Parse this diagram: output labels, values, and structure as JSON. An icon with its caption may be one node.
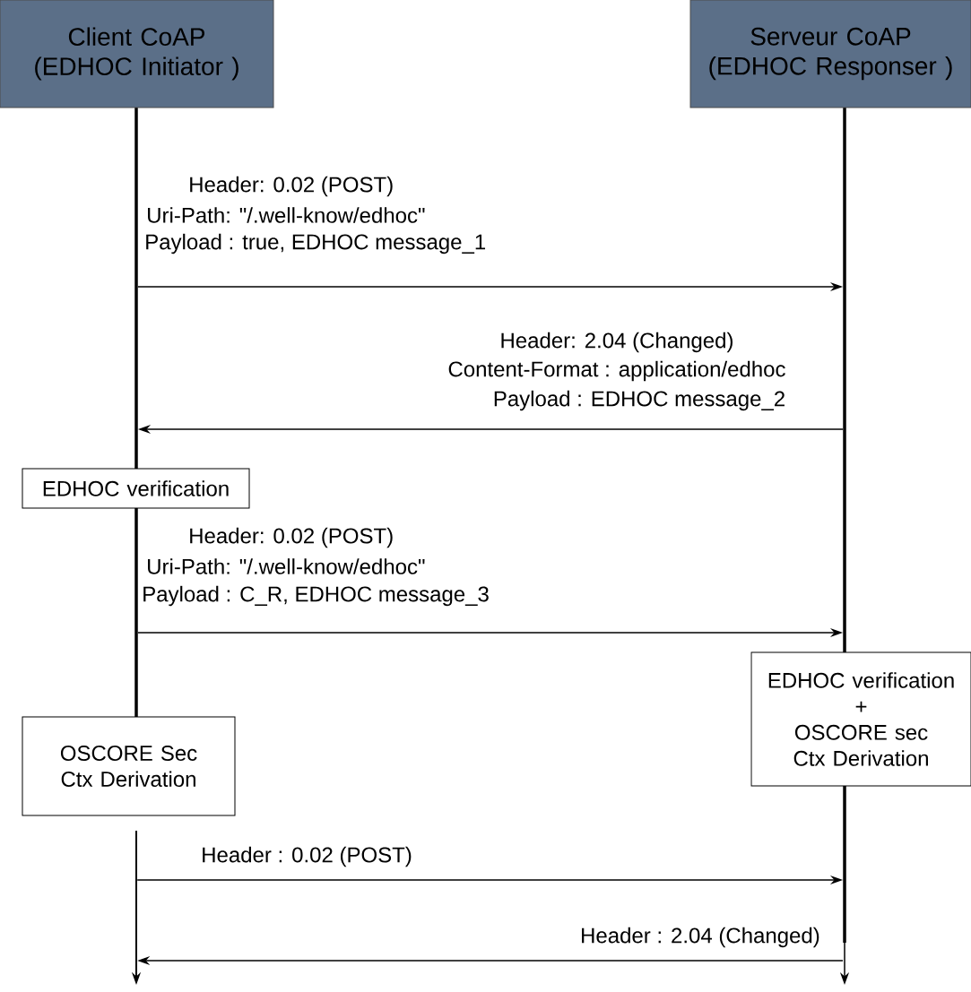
{
  "diagram": {
    "nodes": [
      {
        "text": [
          "Client CoAP",
          "(EDHOC Initiator )"
        ]
      },
      {
        "text": [
          "Serveur CoAP",
          "(EDHOC Responser )"
        ]
      },
      {
        "text": [
          "EDHOC verification"
        ]
      },
      {
        "text": [
          "EDHOC verification",
          "+",
          "OSCORE sec Ctx Derivation"
        ]
      },
      {
        "text": [
          "OSCORE Sec Ctx Derivation"
        ]
      },
      {
        "text": [],
        "shape": "bar"
      },
      {
        "text": [],
        "shape": "bar"
      },
      {
        "text": [],
        "shape": "bar"
      },
      {
        "text": [],
        "shape": "bar"
      },
      {
        "text": [],
        "shape": "bar"
      }
    ],
    "edges": [
      {
        "from": 5,
        "to": 8,
        "arrow": "to"
      },
      {
        "from": 8,
        "to": 5,
        "arrow": "to"
      },
      {
        "from": 6,
        "to": 8,
        "arrow": "to"
      },
      {
        "from": 7,
        "to": 9,
        "arrow": "to",
        "label": "Header : 0.02 (POST)"
      },
      {
        "from": 9,
        "to": 7,
        "arrow": "to",
        "label": "Header : 2.04 (Changed)"
      }
    ],
    "labels": [
      "Header: 0.02 (POST)",
      "Uri-Path: \"/.well-know/edhoc\"",
      "Payload : true, EDHOC message_1",
      "Header: 2.04 (Changed)",
      "Content-Format : application/edhoc",
      "Payload : EDHOC message_2",
      "Header: 0.02 (POST)",
      "Uri-Path: \"/.well-know/edhoc\"",
      "Payload : C_R, EDHOC message_3"
    ]
  }
}
